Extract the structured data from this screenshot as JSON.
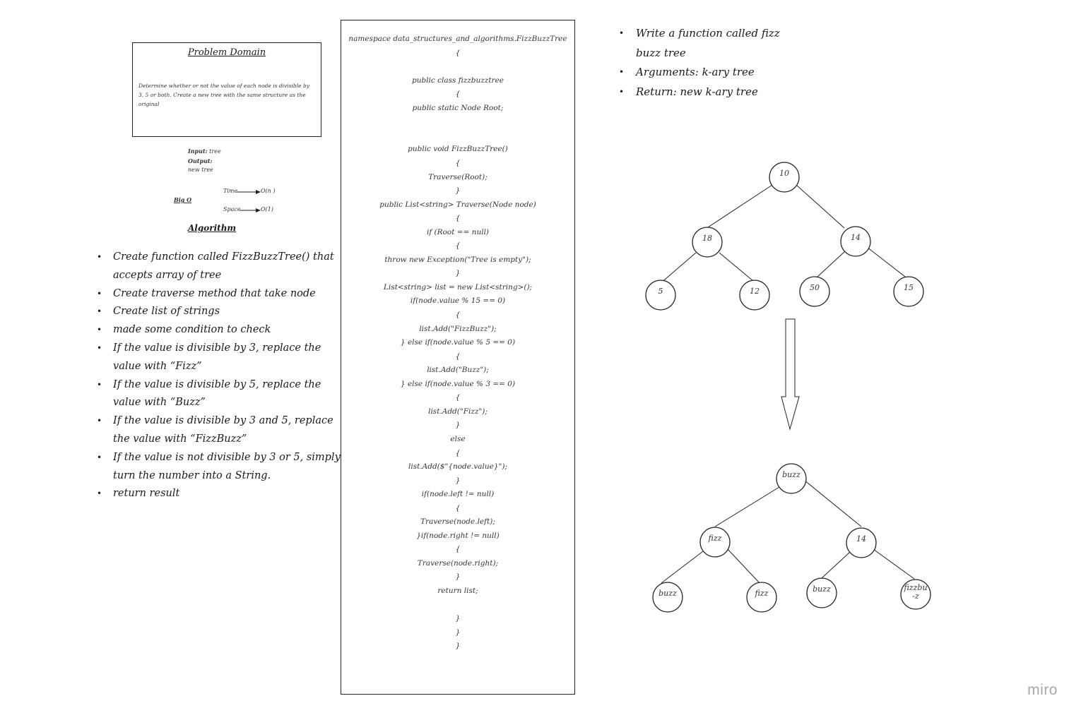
{
  "problem_domain": {
    "title": "Problem Domain",
    "description": "Determine whether or not the value of each node is divisible by 3, 5 or both. Create a new tree with the same structure as the original"
  },
  "io": {
    "input_label": "Input:",
    "input_value": "tree",
    "output_label": "Output:",
    "output_value": "new tree"
  },
  "big_o": {
    "label": "Big O",
    "time_label": "Time",
    "time_value": "O(n )",
    "space_label": "Space",
    "space_value": "O(1)"
  },
  "algorithm": {
    "title": "Algorithm",
    "steps": [
      "Create function called FizzBuzzTree() that accepts array of tree",
      "Create traverse method that take node",
      "Create list of strings",
      "made some condition to check",
      "If the value is divisible by 3, replace the value with “Fizz”",
      "If the value is divisible by 5, replace the value with “Buzz”",
      "If the value is divisible by 3 and 5, replace the value with “FizzBuzz”",
      "If the value is not divisible by 3 or 5, simply turn the number into a String.",
      "return result"
    ]
  },
  "code_lines": [
    "namespace data_structures_and_algorithms.FizzBuzzTree",
    "{",
    "",
    "public class fizzbuzztree",
    "{",
    "public static Node Root;",
    "",
    "",
    "public void FizzBuzzTree()",
    "{",
    "Traverse(Root);",
    "}",
    "public List<string> Traverse(Node node)",
    "{",
    "if (Root == null)",
    "{",
    "throw new Exception(\"Tree is empty\");",
    "}",
    "List<string> list = new List<string>();",
    "if(node.value % 15 == 0)",
    "{",
    "list.Add(\"FizzBuzz\");",
    "} else if(node.value % 5 == 0)",
    "{",
    "list.Add(\"Buzz\");",
    "} else if(node.value % 3 == 0)",
    "{",
    "list.Add(\"Fizz\");",
    "}",
    "else",
    "{",
    "list.Add($\"{node.value}\");",
    "}",
    "if(node.left != null)",
    "{",
    "Traverse(node.left);",
    "}if(node.right != null)",
    "{",
    "Traverse(node.right);",
    "}",
    "return list;",
    "",
    "}",
    "}",
    "}"
  ],
  "requirements": [
    "Write a function called fizz buzz tree",
    "Arguments: k-ary tree",
    "Return: new k-ary tree"
  ],
  "input_tree": {
    "root": "10",
    "level1": [
      "18",
      "14"
    ],
    "level2": [
      "5",
      "12",
      "50",
      "15"
    ]
  },
  "output_tree": {
    "root": "buzz",
    "level1": [
      "fizz",
      "14"
    ],
    "level2": [
      "buzz",
      "fizz",
      "buzz",
      "fizzbu\n-z"
    ]
  },
  "logo": "miro"
}
